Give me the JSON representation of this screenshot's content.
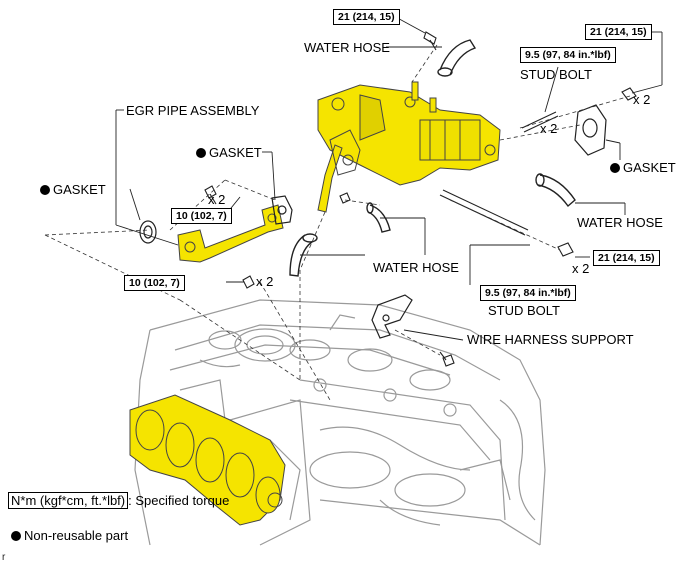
{
  "colors": {
    "highlight": "#f5e400",
    "line": "#222222",
    "engine": "#9a9a9a"
  },
  "labels": {
    "water_hose_top": "WATER HOSE",
    "stud_bolt_top": "STUD BOLT",
    "egr_pipe": "EGR PIPE ASSEMBLY",
    "gasket_left_mid": "GASKET",
    "gasket_left": "GASKET",
    "gasket_right": "GASKET",
    "water_hose_right": "WATER HOSE",
    "water_hose_mid": "WATER HOSE",
    "stud_bolt_bottom": "STUD BOLT",
    "wire_harness": "WIRE HARNESS SUPPORT"
  },
  "torques": {
    "t_top_center": "21 (214, 15)",
    "t_top_right": "21 (214, 15)",
    "t_stud_top": "9.5 (97, 84 in.*lbf)",
    "t_egr_upper": "10 (102, 7)",
    "t_egr_lower": "10 (102, 7)",
    "t_right_nut": "21 (214, 15)",
    "t_stud_bottom": "9.5 (97, 84 in.*lbf)"
  },
  "multipliers": {
    "m_top_right": "x 2",
    "m_stud_top": "x 2",
    "m_egr_upper": "x 2",
    "m_egr_lower": "x 2",
    "m_right_nut": "x 2"
  },
  "legend": {
    "torque_units": "N*m (kgf*cm, ft.*lbf)",
    "torque_text": ": Specified torque",
    "nonreusable": "Non-reusable part"
  },
  "corner_mark": "r"
}
